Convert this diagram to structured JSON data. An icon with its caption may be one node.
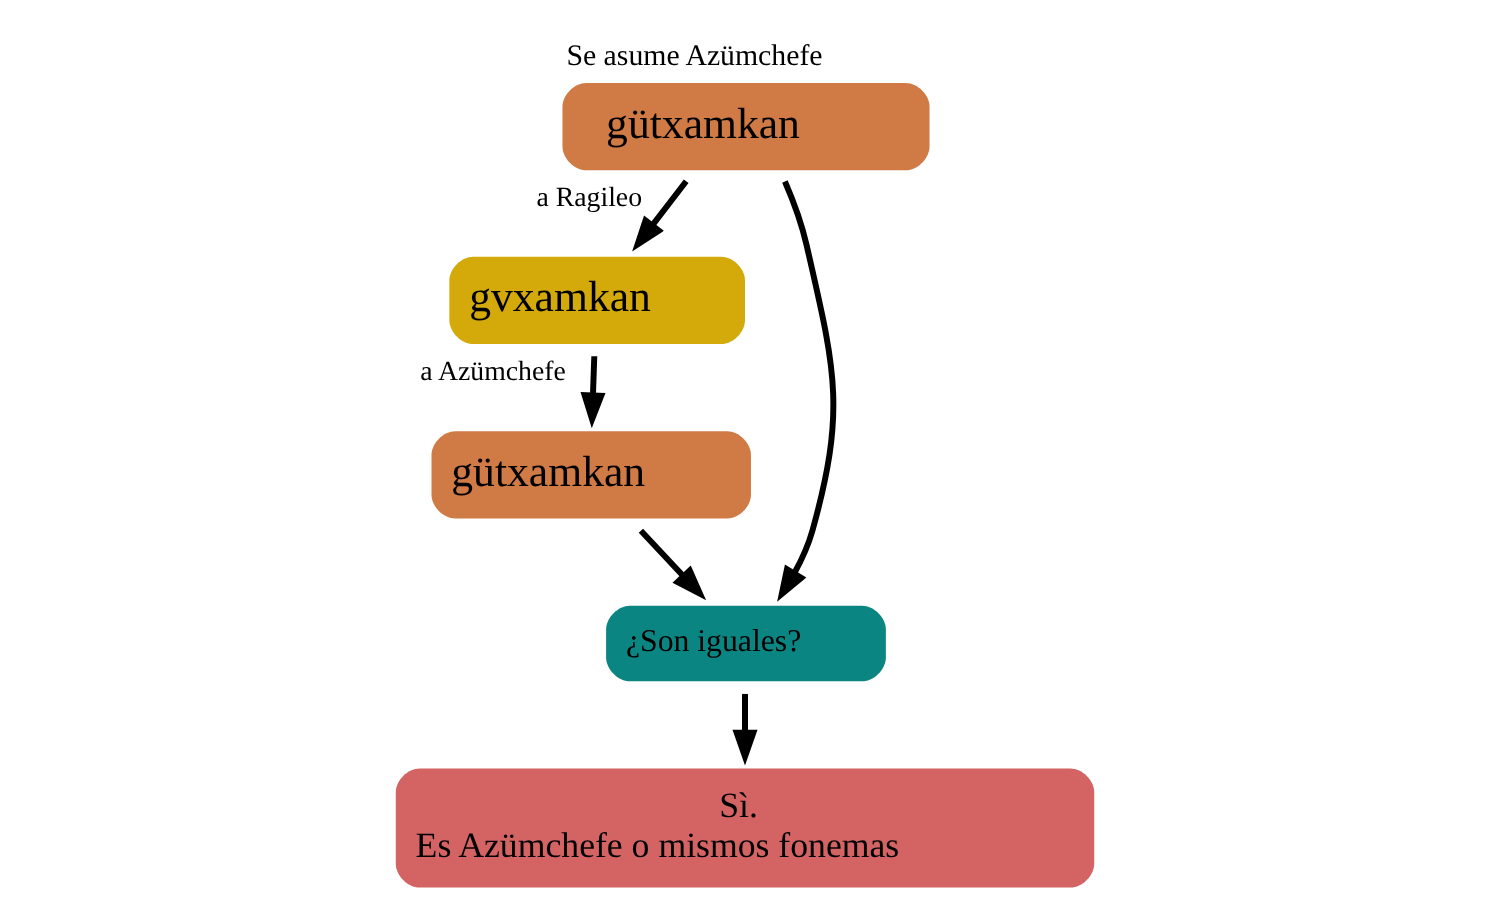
{
  "diagram": {
    "nodes": [
      {
        "text": [
          "Se asume Azümchefe",
          "gütxamkan"
        ]
      },
      {
        "text": [
          "gvxamkan"
        ]
      },
      {
        "text": [
          "gütxamkan"
        ]
      },
      {
        "text": [
          "¿Son iguales?"
        ]
      },
      {
        "text": [
          "Sì.",
          "Es Azümchefe o mismos fonemas"
        ]
      }
    ],
    "edges": [
      {
        "from": 0,
        "to": 1,
        "arrow": "to",
        "label": "a Ragileo"
      },
      {
        "from": 1,
        "to": 2,
        "arrow": "to",
        "label": "a Azümchefe"
      },
      {
        "from": 0,
        "to": 3,
        "arrow": "to"
      },
      {
        "from": 2,
        "to": 3,
        "arrow": "to"
      },
      {
        "from": 3,
        "to": 4,
        "arrow": "to"
      }
    ]
  }
}
